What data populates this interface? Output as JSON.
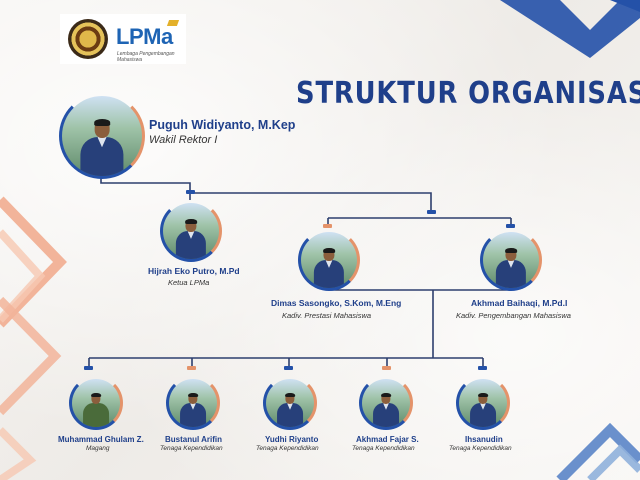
{
  "logo": {
    "brand": "LPMa",
    "tagline": "Lembaga Pengembangan Mahasiswa"
  },
  "title": "STRUKTUR ORGANISASI",
  "top": {
    "name": "Puguh Widiyanto, M.Kep",
    "role": "Wakil Rektor I"
  },
  "level2": [
    {
      "name": "Hijrah Eko Putro, M.Pd",
      "role": "Ketua LPMa"
    },
    {
      "name": "Dimas Sasongko, S.Kom, M.Eng",
      "role": "Kadiv. Prestasi Mahasiswa"
    },
    {
      "name": "Akhmad Baihaqi, M.Pd.I",
      "role": "Kadiv. Pengembangan Mahasiswa"
    }
  ],
  "staff": [
    {
      "name": "Muhammad Ghulam Z.",
      "role": "Magang"
    },
    {
      "name": "Bustanul Arifin",
      "role": "Tenaga Kependidikan"
    },
    {
      "name": "Yudhi Riyanto",
      "role": "Tenaga Kependidikan"
    },
    {
      "name": "Akhmad Fajar S.",
      "role": "Tenaga Kependidikan"
    },
    {
      "name": "Ihsanudin",
      "role": "Tenaga Kependidikan"
    }
  ],
  "colors": {
    "navy": "#1f3f8a",
    "blue": "#2a5db5",
    "orange": "#e4936a",
    "line": "#2d3f6e"
  }
}
